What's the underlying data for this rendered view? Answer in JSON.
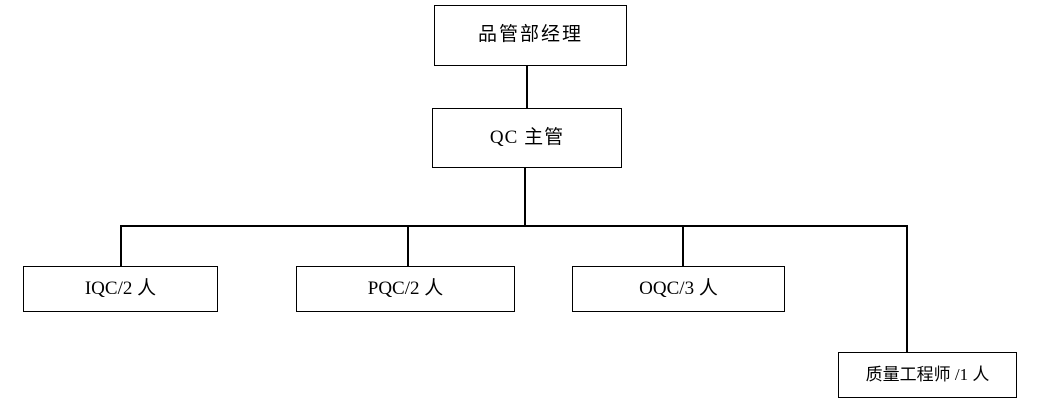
{
  "chart_data": {
    "type": "diagram",
    "subtype": "org-chart",
    "title": "",
    "orientation": "top-down",
    "nodes": [
      {
        "id": "manager",
        "label": "品管部经理",
        "level": 0
      },
      {
        "id": "qc-super",
        "label": "QC 主管",
        "level": 1
      },
      {
        "id": "iqc",
        "label": "IQC/2 人",
        "level": 2
      },
      {
        "id": "pqc",
        "label": "PQC/2 人",
        "level": 2
      },
      {
        "id": "oqc",
        "label": "OQC/3 人",
        "level": 2
      },
      {
        "id": "quality-eng",
        "label": "质量工程师 /1 人",
        "level": 2
      }
    ],
    "edges": [
      {
        "from": "manager",
        "to": "qc-super"
      },
      {
        "from": "qc-super",
        "to": "iqc"
      },
      {
        "from": "qc-super",
        "to": "pqc"
      },
      {
        "from": "qc-super",
        "to": "oqc"
      },
      {
        "from": "qc-super",
        "to": "quality-eng"
      }
    ],
    "headcount": {
      "iqc": 2,
      "pqc": 2,
      "oqc": 3,
      "quality_engineer": 1
    },
    "style": {
      "background": "#ffffff",
      "line_color": "#000000",
      "box_fill": "#ffffff",
      "text_color": "#000000"
    }
  }
}
